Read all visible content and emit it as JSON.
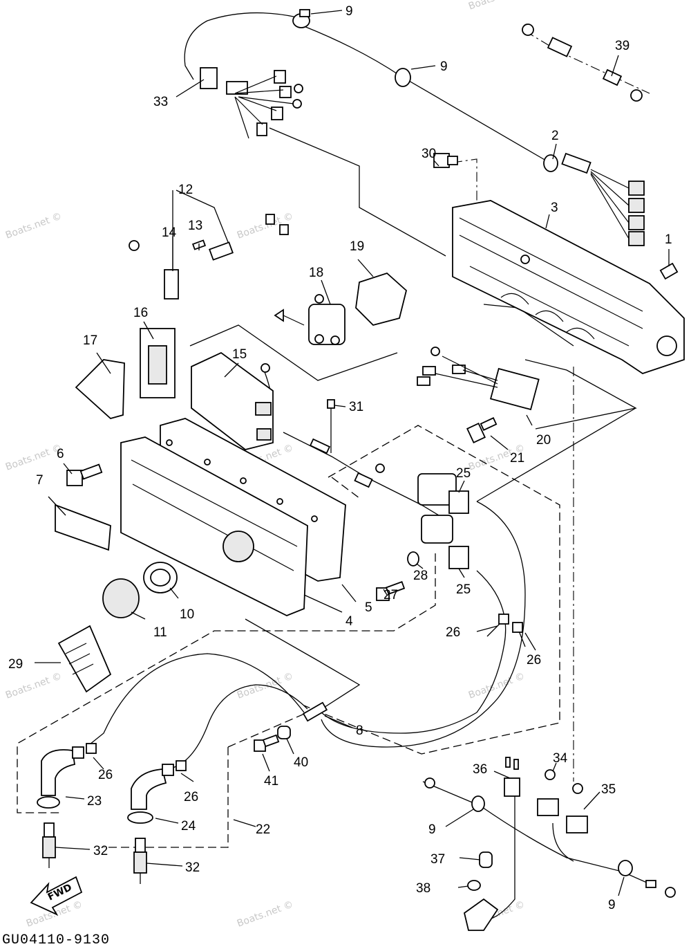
{
  "diagram": {
    "reference_code": "GU04110-9130",
    "watermark": "Boats.net ©",
    "direction_label": "FWD",
    "callouts": [
      "9",
      "9",
      "39",
      "33",
      "2",
      "30",
      "3",
      "1",
      "12",
      "13",
      "14",
      "19",
      "18",
      "16",
      "17",
      "15",
      "31",
      "20",
      "21",
      "6",
      "7",
      "25",
      "25",
      "5",
      "27",
      "28",
      "4",
      "10",
      "11",
      "26",
      "26",
      "29",
      "8",
      "23",
      "26",
      "24",
      "26",
      "40",
      "41",
      "22",
      "32",
      "32",
      "36",
      "34",
      "35",
      "9",
      "37",
      "38",
      "9"
    ]
  }
}
